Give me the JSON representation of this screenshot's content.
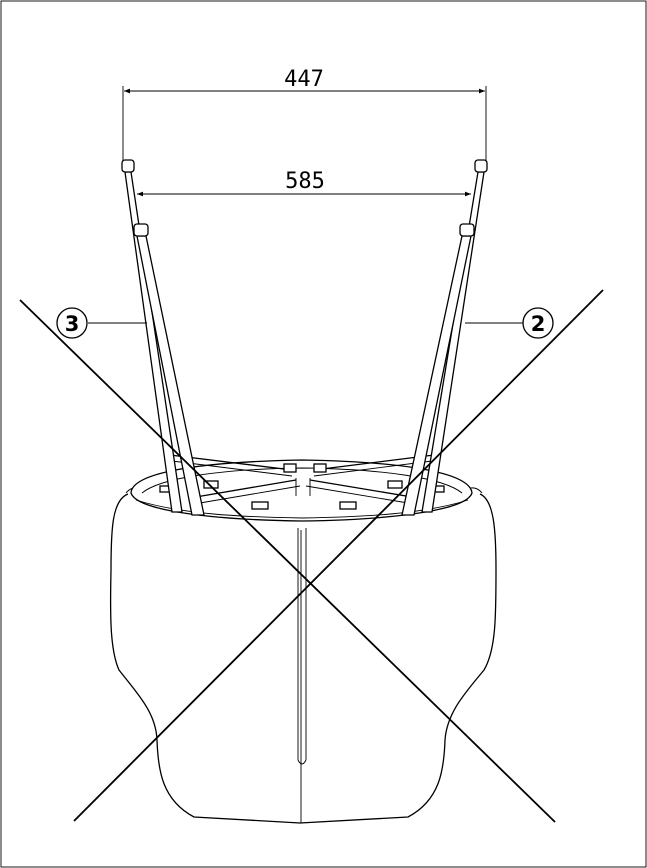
{
  "dimensions": {
    "outer_span": "447",
    "inner_span": "585"
  },
  "callouts": {
    "left_leg": "3",
    "right_leg": "2"
  },
  "colors": {
    "line": "#000000",
    "background": "#ffffff"
  }
}
